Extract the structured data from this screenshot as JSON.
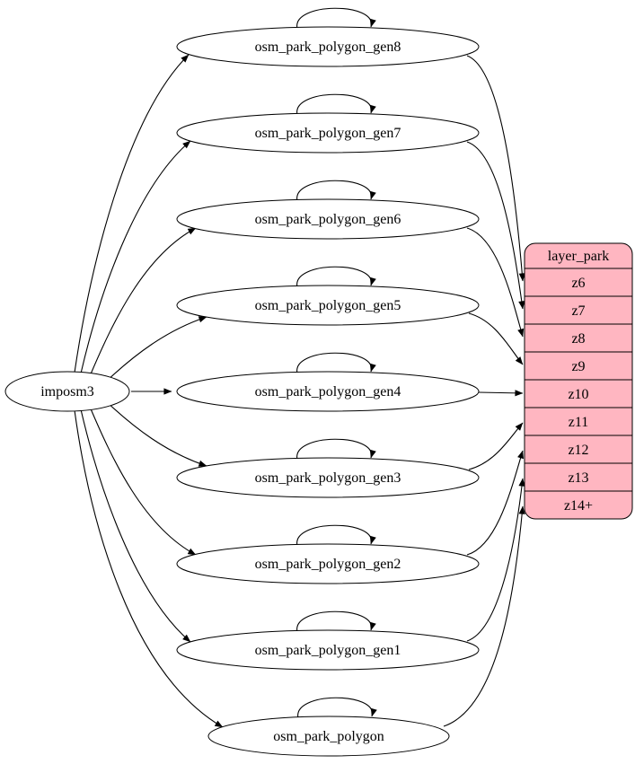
{
  "diagram": {
    "source_label": "imposm3",
    "nodes": [
      {
        "label": "osm_park_polygon_gen8"
      },
      {
        "label": "osm_park_polygon_gen7"
      },
      {
        "label": "osm_park_polygon_gen6"
      },
      {
        "label": "osm_park_polygon_gen5"
      },
      {
        "label": "osm_park_polygon_gen4"
      },
      {
        "label": "osm_park_polygon_gen3"
      },
      {
        "label": "osm_park_polygon_gen2"
      },
      {
        "label": "osm_park_polygon_gen1"
      },
      {
        "label": "osm_park_polygon"
      }
    ],
    "layer": {
      "title": "layer_park",
      "rows": [
        "z6",
        "z7",
        "z8",
        "z9",
        "z10",
        "z11",
        "z12",
        "z13",
        "z14+"
      ],
      "fill": "#ffb6c1"
    }
  }
}
